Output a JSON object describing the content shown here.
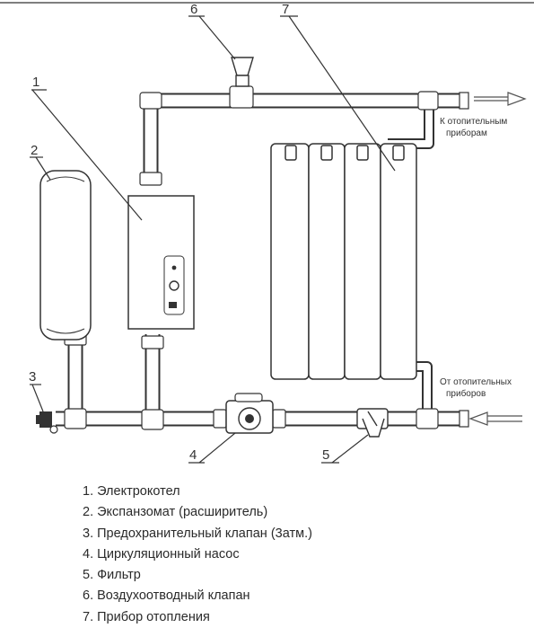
{
  "callouts": {
    "c1": "1",
    "c2": "2",
    "c3": "3",
    "c4": "4",
    "c5": "5",
    "c6": "6",
    "c7": "7"
  },
  "notes": {
    "to_line1": "К отопительным",
    "to_line2": "приборам",
    "from_line1": "От отопительных",
    "from_line2": "приборов"
  },
  "legend": [
    "1. Электрокотел",
    "2. Экспанзомат (расширитель)",
    "3. Предохранительный клапан (3атм.)",
    "4. Циркуляционный насос",
    "5. Фильтр",
    "6. Воздухоотводный клапан",
    "7. Прибор отопления"
  ],
  "icons": {
    "arrow-out": "flow-out-arrow-icon",
    "arrow-in": "flow-in-arrow-icon"
  }
}
